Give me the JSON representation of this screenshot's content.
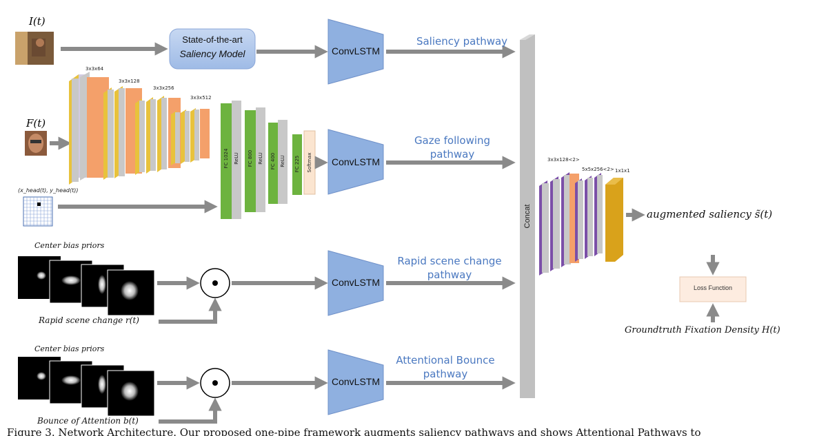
{
  "inputs": {
    "image": "I(t)",
    "face": "F(t)",
    "head_position": "(x_head(t), y_head(t))",
    "rapid_scene_change": "Rapid scene change r(t)",
    "bounce_of_attention": "Bounce of Attention b(t)",
    "center_bias_priors_1": "Center bias priors",
    "center_bias_priors_2": "Center bias priors"
  },
  "saliency_model": {
    "line1": "State-of-the-art",
    "line2": "Saliency Model"
  },
  "convlstm_label": "ConvLSTM",
  "pathways": {
    "saliency": "Saliency pathway",
    "gaze_line1": "Gaze following",
    "gaze_line2": "pathway",
    "rapid_line1": "Rapid scene change",
    "rapid_line2": "pathway",
    "bounce_line1": "Attentional Bounce",
    "bounce_line2": "pathway"
  },
  "cnn_layers": [
    "3x3x64",
    "3x3x128",
    "3x3x256",
    "3x3x512"
  ],
  "fc_layers": [
    "FC 1024",
    "ReLU",
    "FC 800",
    "ReLU",
    "FC 400",
    "ReLU",
    "FC 225",
    "Softmax"
  ],
  "concat_label": "Concat",
  "decoder_layers": [
    "3x3x128<2>",
    "5x5x256<2>",
    "1x1x1"
  ],
  "output": "augmented saliency s̃(t)",
  "loss_function": "Loss Function",
  "groundtruth": "Groundtruth Fixation Density H(t)",
  "caption": "Figure 3.   Network Architecture.   Our proposed one-pipe framework augments saliency pathways and shows Attentional Pathways to",
  "colors": {
    "arrow": "#8a8a8a",
    "convlstm_fill": "#8fb0e0",
    "pathway_text": "#4a78c0",
    "conv_orange": "#f4a06a",
    "conv_yellow": "#e8c23c",
    "fc_green": "#6db33f",
    "relu_gray": "#c8c8c8",
    "softmax": "#fbe5d0",
    "decoder_purple": "#7b4fa8",
    "decoder_gold": "#d9a21b",
    "loss_fill": "#fdece0"
  }
}
